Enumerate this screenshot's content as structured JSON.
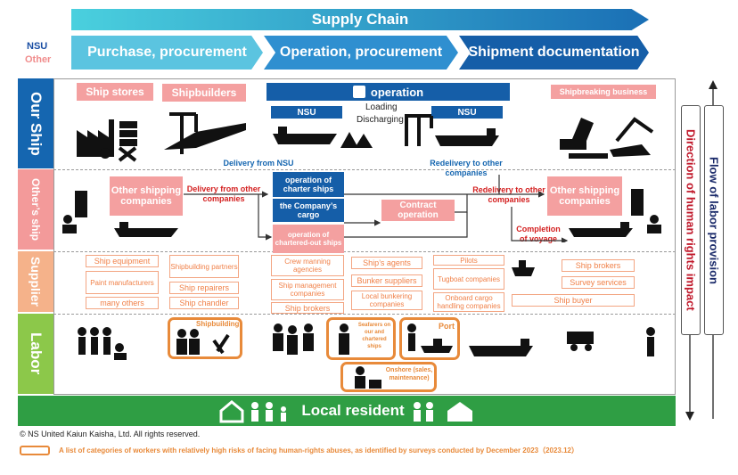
{
  "header": {
    "supply_chain": "Supply Chain",
    "stage1": "Purchase, procurement",
    "stage2": "Operation, procurement",
    "stage3": "Shipment documentation",
    "legend_nsu": "NSU",
    "legend_other": "Other"
  },
  "rows": {
    "our_ship": "Our Ship",
    "others_ship": "Other’s ship",
    "supplier": "Supplier",
    "labor": "Labor"
  },
  "our_ship": {
    "ship_stores": "Ship stores",
    "shipbuilders": "Shipbuilders",
    "operation": "operation",
    "nsu_left": "NSU",
    "nsu_right": "NSU",
    "loading": "Loading",
    "discharging": "Discharging",
    "shipbreaking": "Shipbreaking business"
  },
  "others_ship": {
    "other_shipping_left": "Other shipping companies",
    "delivery_from_other": "Delivery from other companies",
    "delivery_from_nsu": "Delivery from NSU",
    "op_charter": "operation of charter ships",
    "company_cargo": "the Company’s cargo",
    "op_chartered_out": "operation of chartered-out ships",
    "contract_operation": "Contract operation",
    "redelivery_to_other_top": "Redelivery to other companies",
    "redelivery_to_other": "Redelivery to other companies",
    "completion_voyage": "Completion of voyage",
    "other_shipping_right": "Other shipping companies"
  },
  "supplier": {
    "ship_equipment": "Ship equipment",
    "paint_manufacturers": "Paint manufacturers",
    "many_others": "many others",
    "shipbuilding_partners": "Shipbuilding partners",
    "ship_repairers": "Ship repairers",
    "ship_chandler": "Ship chandler",
    "crew_manning": "Crew manning agencies",
    "ship_management": "Ship management companies",
    "ship_brokers_mid": "Ship brokers",
    "ships_agents": "Ship’s agents",
    "bunker_suppliers": "Bunker suppliers",
    "local_bunkering": "Local bunkering companies",
    "pilots": "Pilots",
    "tugboat": "Tugboat companies",
    "onboard_cargo": "Onboard cargo handling companies",
    "ship_brokers_right": "Ship brokers",
    "survey_services": "Survey services",
    "ship_buyer": "Ship buyer"
  },
  "labor": {
    "shipbuilding": "Shipbuilding",
    "seafarers": "Seafarers on our and chartered ships",
    "port": "Port",
    "onshore": "Onshore (sales, maintenance)"
  },
  "bottom": {
    "local_resident": "Local resident",
    "copyright": "© NS United Kaiun Kaisha, Ltd. All rights reserved.",
    "legend_note": "A list of categories of workers with relatively high risks of facing human-rights abuses, as identified by surveys conducted by December 2023（2023.12）"
  },
  "side": {
    "human_rights": "Direction of human rights impact",
    "labor_provision": "Flow of labor provision"
  },
  "colors": {
    "nsu_blue": "#155ea8",
    "other_pink": "#f4a0a0",
    "supplier_orange": "#f5b28a",
    "labor_green": "#8cc84a",
    "local_green": "#2f9e44",
    "risk_orange": "#e88a3a",
    "human_rights_red": "#c0182a",
    "labor_flow_navy": "#1a2a6a"
  }
}
